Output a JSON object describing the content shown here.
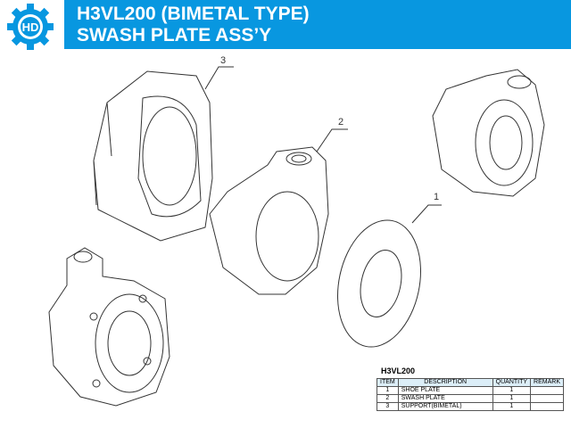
{
  "header": {
    "title_line1": "H3VL200 (BIMETAL TYPE)",
    "title_line2": "SWASH PLATE ASS’Y",
    "logo_text": "HD",
    "brand_color": "#0897e0"
  },
  "callouts": [
    "1",
    "2",
    "3"
  ],
  "parts_table": {
    "title": "H3VL200",
    "columns": [
      "ITEM",
      "DESCRIPTION",
      "QUANTITY",
      "REMARK"
    ],
    "rows": [
      {
        "item": "1",
        "description": "SHOE PLATE",
        "quantity": "1",
        "remark": ""
      },
      {
        "item": "2",
        "description": "SWASH PLATE",
        "quantity": "1",
        "remark": ""
      },
      {
        "item": "3",
        "description": "SUPPORT(BIMETAL)",
        "quantity": "1",
        "remark": ""
      }
    ]
  }
}
